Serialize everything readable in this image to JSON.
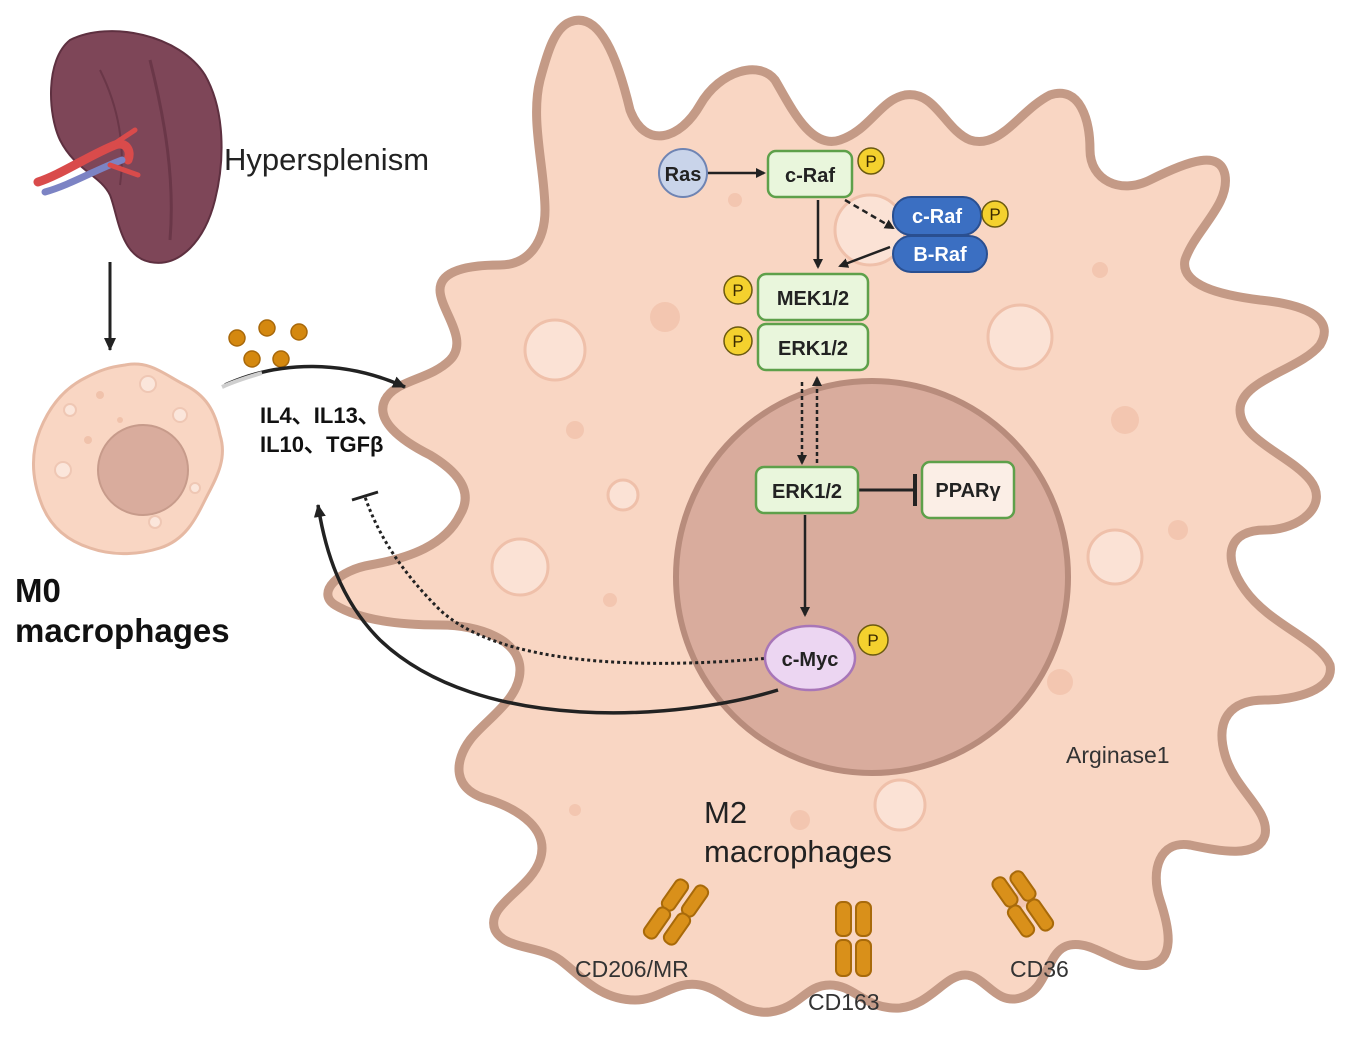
{
  "labels": {
    "hypersplenism": "Hypersplenism",
    "m0_line1": "M0",
    "m0_line2": "macrophages",
    "cytokines_line1": "IL4、IL13、",
    "cytokines_line2": "IL10、TGFβ",
    "m2_line1": "M2",
    "m2_line2": "macrophages",
    "arginase": "Arginase1",
    "cd206": "CD206/MR",
    "cd163": "CD163",
    "cd36": "CD36"
  },
  "nodes": {
    "ras": "Ras",
    "craf": "c-Raf",
    "craf_dimer": "c-Raf",
    "braf": "B-Raf",
    "mek": "MEK1/2",
    "erk_cyto": "ERK1/2",
    "erk_nuc": "ERK1/2",
    "ppar": "PPARγ",
    "cmyc": "c-Myc",
    "phospho": "P"
  },
  "colors": {
    "cell_fill": "#f9d6c3",
    "cell_stroke": "#c49a86",
    "nucleus_fill": "#d9ac9d",
    "nucleus_stroke": "#b88c7c",
    "green_fill": "#e9f6dc",
    "green_stroke": "#5ea04a",
    "blue_fill": "#3b6fc2",
    "ras_fill": "#c9d4ea",
    "myc_fill": "#ecd6f2",
    "myc_stroke": "#a876b8",
    "phospho_fill": "#f4d12e",
    "receptor": "#d9901a",
    "spleen": "#7e4658",
    "cytokine": "#d4880f"
  }
}
